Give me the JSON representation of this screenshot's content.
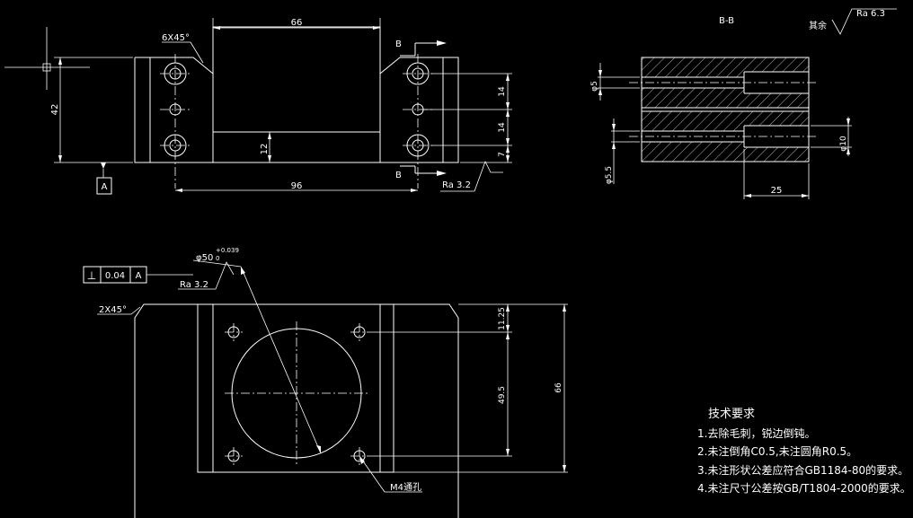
{
  "colors": {
    "background": "#000000",
    "line": "#ffffff"
  },
  "front_view": {
    "dim_top_width": "66",
    "chamfer": "6X45°",
    "section_mark_top": "B",
    "section_mark_bottom": "B",
    "dim_height": "42",
    "dim_inner_height": "12",
    "dim_hole_spacing_1": "14",
    "dim_hole_spacing_2": "14",
    "dim_bottom_offset": "7",
    "dim_hole_span": "96",
    "datum_label": "A",
    "roughness": "Ra 3.2"
  },
  "section_view": {
    "title": "B-B",
    "other_roughness_label": "其余",
    "other_roughness_value": "Ra 6.3",
    "dim_bore_small": "φ5",
    "dim_bore_medium": "φ5.5",
    "dim_counterbore": "φ10",
    "dim_counterbore_depth": "25"
  },
  "top_view": {
    "tolerance_symbol": "⊥",
    "tolerance_value": "0.04",
    "tolerance_datum": "A",
    "bore_dim": "φ50",
    "bore_tol_upper": "+0.039",
    "bore_tol_lower": "0",
    "roughness": "Ra 3.2",
    "chamfer": "2X45°",
    "dim_hole_offset": "11.25",
    "dim_hole_pitch": "49.5",
    "dim_total_height": "66",
    "hole_callout": "M4通孔"
  },
  "notes": {
    "heading": "技术要求",
    "items": [
      "1.去除毛刺，锐边倒钝。",
      "2.未注倒角C0.5,未注圆角R0.5。",
      "3.未注形状公差应符合GB1184-80的要求。",
      "4.未注尺寸公差按GB/T1804-2000的要求。"
    ]
  }
}
